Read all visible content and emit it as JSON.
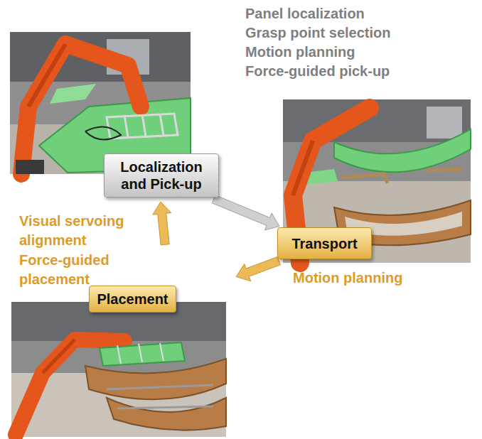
{
  "diagram": {
    "nodes": [
      {
        "text": [
          "Localization and Pick-up"
        ]
      },
      {
        "text": [
          "Transport"
        ]
      },
      {
        "text": [
          "Placement"
        ]
      }
    ],
    "edges": [
      {
        "from": 0,
        "to": 1,
        "arrow": "to"
      },
      {
        "from": 1,
        "to": 2,
        "arrow": "to"
      },
      {
        "from": 2,
        "to": 0,
        "arrow": "to"
      }
    ],
    "labels": [
      "Panel localization",
      "Grasp point selection",
      "Motion planning",
      "Force-guided pick-up",
      "Visual servoing alignment",
      "Force-guided placement",
      "Motion planning"
    ]
  }
}
